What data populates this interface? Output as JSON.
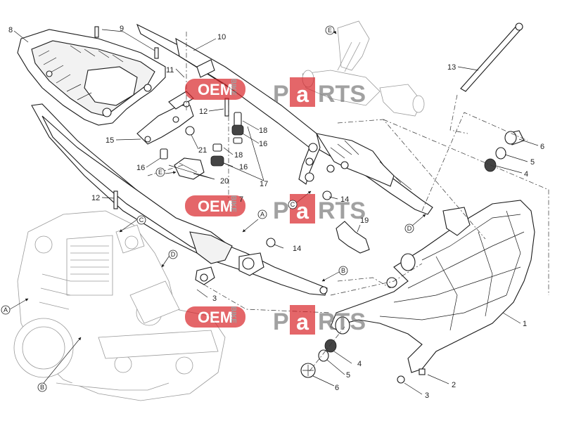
{
  "callouts": {
    "n1": "1",
    "n2": "2",
    "n3a": "3",
    "n3b": "3",
    "n4a": "4",
    "n4b": "4",
    "n5a": "5",
    "n5b": "5",
    "n6a": "6",
    "n6b": "6",
    "n7": "7",
    "n8": "8",
    "n9": "9",
    "n10": "10",
    "n11": "11",
    "n12a": "12",
    "n12b": "12",
    "n13": "13",
    "n14a": "14",
    "n14b": "14",
    "n15": "15",
    "n16a": "16",
    "n16b": "16",
    "n16c": "16",
    "n17": "17",
    "n18a": "18",
    "n18b": "18",
    "n19": "19",
    "n20": "20",
    "n21": "21"
  },
  "refs": {
    "a1": "A",
    "a2": "A",
    "b1": "B",
    "b2": "B",
    "c1": "C",
    "c2": "C",
    "d1": "D",
    "d2": "D",
    "e1": "E",
    "e2": "E"
  },
  "watermark": {
    "oem": "OEM",
    "bike": "BIKE",
    "parts_p": "P",
    "parts_a": "a",
    "parts_rts": "RTS",
    "color_red": "#d9262b",
    "color_gray": "#7a7a7a"
  },
  "icons": {
    "ref_marker": "circled-letter-icon",
    "arrow": "arrow-head-icon"
  }
}
